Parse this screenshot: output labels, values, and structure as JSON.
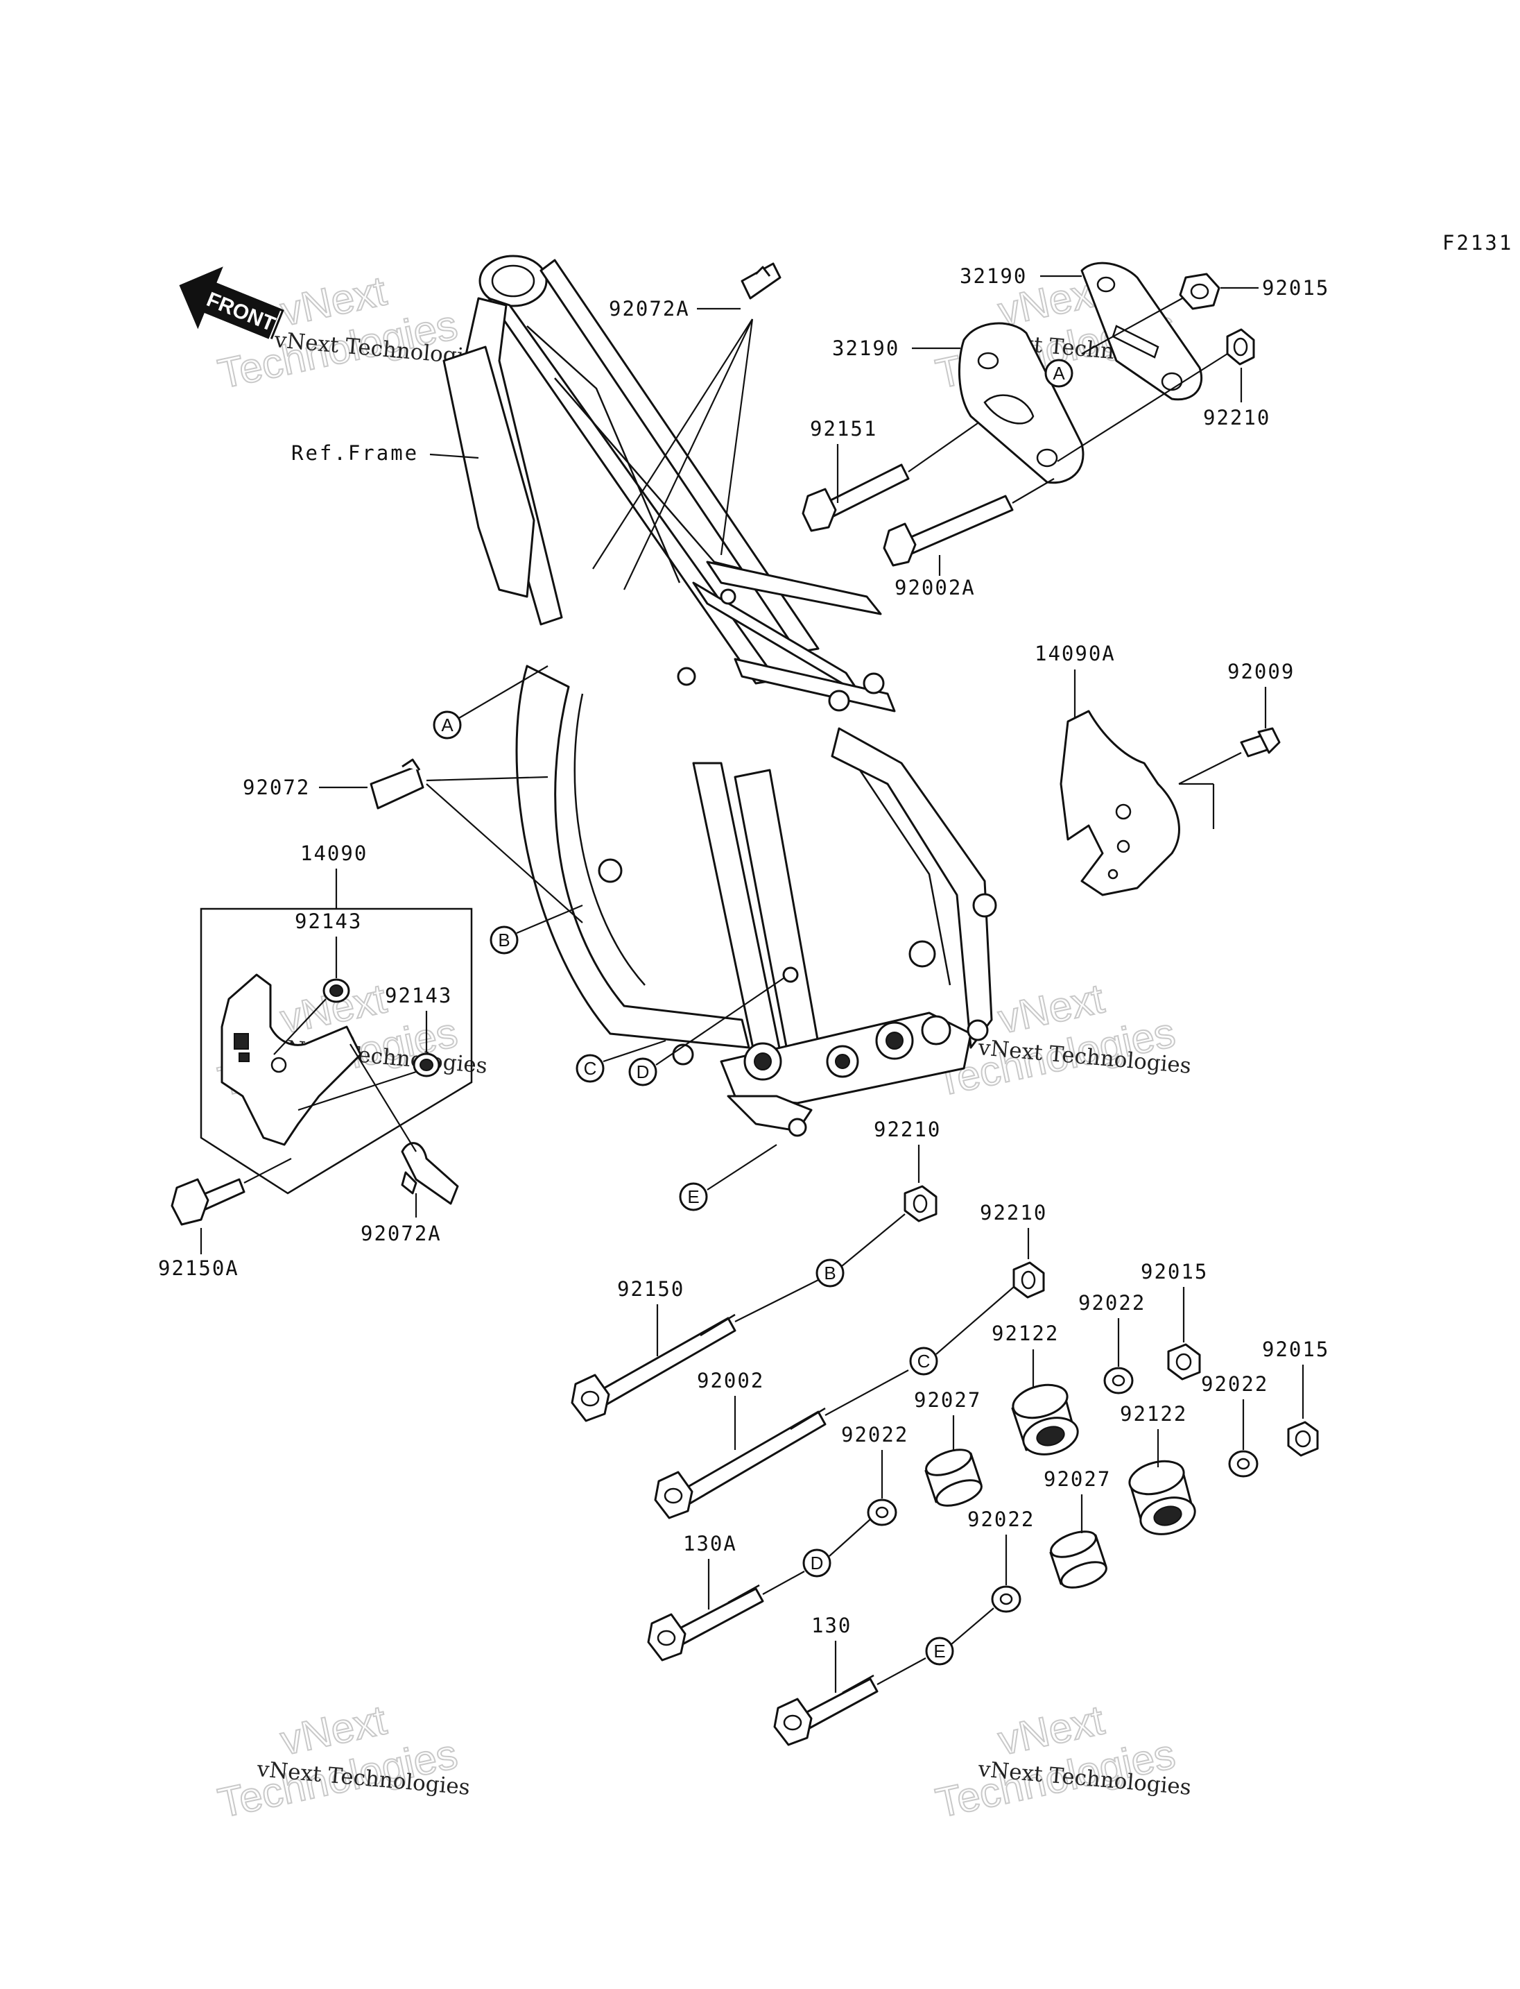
{
  "diagram_code": "F2131",
  "front_arrow_label": "FRONT",
  "parts": {
    "p92072A_top": "92072A",
    "p32190_upper": "32190",
    "p92015_top": "92015",
    "p32190_lower": "32190",
    "p92210_top": "92210",
    "ref_frame": "Ref.Frame",
    "p92151": "92151",
    "p92002A": "92002A",
    "p14090A": "14090A",
    "p92009": "92009",
    "p92072": "92072",
    "p14090": "14090",
    "p92143_a": "92143",
    "p92143_b": "92143",
    "p92150A": "92150A",
    "p92072A_bottom": "92072A",
    "p92210_mid": "92210",
    "p92210_mid2": "92210",
    "p92150": "92150",
    "p92015_mid": "92015",
    "p92022_a": "92022",
    "p92122_a": "92122",
    "p92002": "92002",
    "p92027_a": "92027",
    "p92015_right": "92015",
    "p92022_b": "92022",
    "p92022_c": "92022",
    "p92122_b": "92122",
    "p130A": "130A",
    "p92027_b": "92027",
    "p92022_d": "92022",
    "p130": "130"
  },
  "callouts": {
    "A_frame": "A",
    "A_bracket": "A",
    "B_frame": "B",
    "B_bolt": "B",
    "C_frame": "C",
    "C_bolt": "C",
    "D_frame": "D",
    "D_bolt": "D",
    "E_frame": "E",
    "E_bolt": "E"
  },
  "watermark": {
    "line1": "vNext Technologies",
    "line2": "vNext",
    "line3": "Technologies"
  }
}
